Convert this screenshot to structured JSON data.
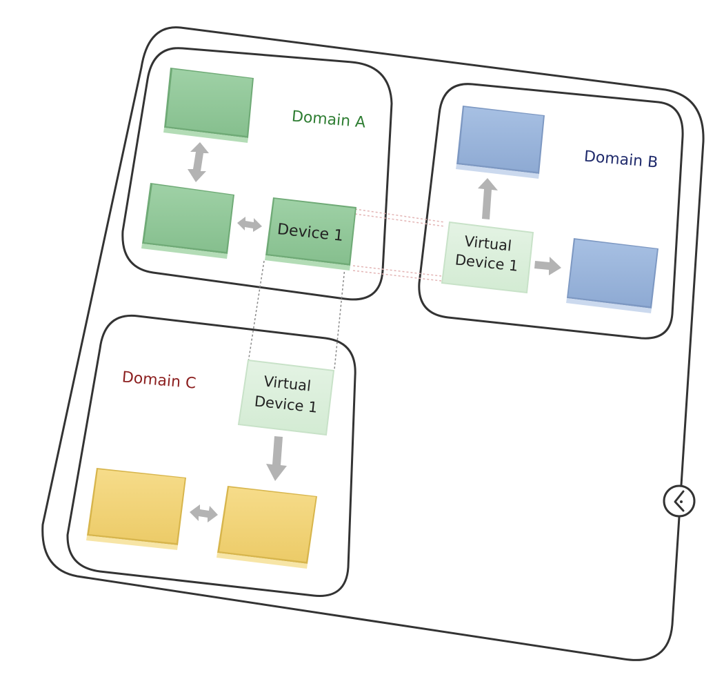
{
  "domains": {
    "a": {
      "label": "Domain A",
      "color": "#2e7d32"
    },
    "b": {
      "label": "Domain B",
      "color": "#1f2a6b"
    },
    "c": {
      "label": "Domain C",
      "color": "#8b1e1e"
    }
  },
  "devices": {
    "device_1": "Device 1",
    "virtual_b_line1": "Virtual",
    "virtual_b_line2": "Device 1",
    "virtual_c_line1": "Virtual",
    "virtual_c_line2": "Device 1"
  },
  "colors": {
    "green_block": "#93c99b",
    "blue_block": "#9bb4d9",
    "yellow_block": "#f3d47a",
    "virtual_block": "#dcefdc",
    "arrow": "#b3b3b3",
    "outline": "#333333"
  },
  "icons": {
    "timer": "clock-icon"
  }
}
